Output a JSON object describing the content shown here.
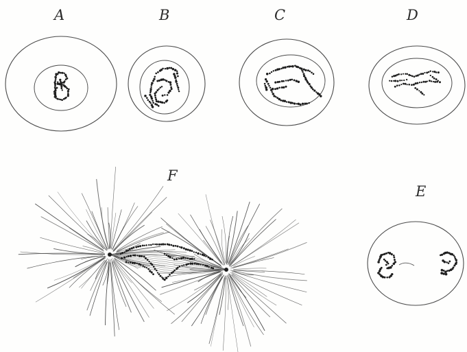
{
  "figure_labels": {
    "a": "A",
    "b": "B",
    "c": "C",
    "d": "D",
    "e": "E",
    "f": "F"
  },
  "colors": {
    "line": "#3a3a3a",
    "chromatin": "#1e1e1e",
    "background": "#fefefd"
  }
}
